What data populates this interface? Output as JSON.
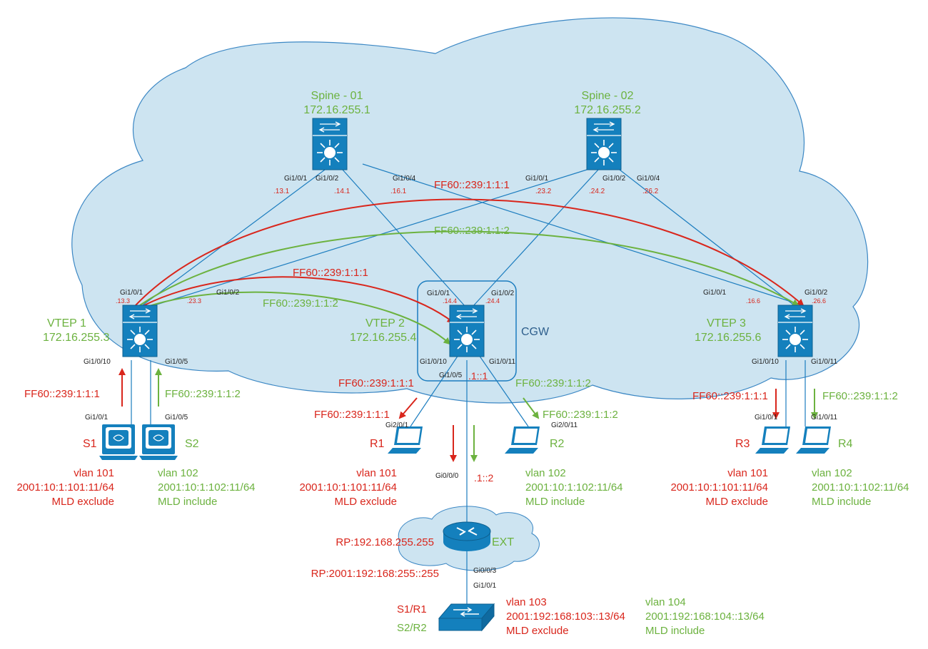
{
  "colors": {
    "cloud_fill": "#cde4f1",
    "cloud_stroke": "#3b87c4",
    "device": "#1480bd",
    "link": "#1c7dbf",
    "red": "#d9261c",
    "green": "#6cb23f",
    "text": "#222222",
    "cgw": "#2d5e8c"
  },
  "spine1": {
    "name": "Spine - 01",
    "ip": "172.16.255.1",
    "ports": [
      "Gi1/0/1",
      "Gi1/0/2",
      "Gi1/0/4"
    ],
    "addrs": [
      ".13.1",
      ".14.1",
      ".16.1"
    ]
  },
  "spine2": {
    "name": "Spine - 02",
    "ip": "172.16.255.2",
    "ports": [
      "Gi1/0/1",
      "Gi1/0/2",
      "Gi1/0/4"
    ],
    "addrs": [
      ".23.2",
      ".24.2",
      ".26.2"
    ]
  },
  "vtep1": {
    "name": "VTEP 1",
    "ip": "172.16.255.3",
    "uplinks": [
      "Gi1/0/1",
      "Gi1/0/2"
    ],
    "addrs": [
      ".13.3",
      ".23.3"
    ],
    "down_ports": [
      "Gi1/0/10",
      "Gi1/0/5"
    ]
  },
  "vtep2": {
    "name": "VTEP 2",
    "ip": "172.16.255.4",
    "uplinks": [
      "Gi1/0/1",
      "Gi1/0/2"
    ],
    "addrs": [
      ".14.4",
      ".24.4"
    ],
    "down_ports": [
      "Gi1/0/10",
      "Gi1/0/5",
      "Gi1/0/11"
    ],
    "ext_addr": ".1::1",
    "cgw": "CGW"
  },
  "vtep3": {
    "name": "VTEP 3",
    "ip": "172.16.255.6",
    "uplinks": [
      "Gi1/0/1",
      "Gi1/0/2"
    ],
    "addrs": [
      ".16.6",
      ".26.6"
    ],
    "down_ports": [
      "Gi1/0/10",
      "Gi1/0/11"
    ]
  },
  "groups": {
    "g1": "FF60::239:1:1:1",
    "g2": "FF60::239:1:1:2"
  },
  "hosts": {
    "s1": {
      "name": "S1",
      "port": "Gi1/0/1",
      "vlan": "vlan 101",
      "ip": "2001:10:1:101:11/64",
      "mld": "MLD exclude"
    },
    "s2": {
      "name": "S2",
      "port": "Gi1/0/5",
      "vlan": "vlan 102",
      "ip": "2001:10:1:102:11/64",
      "mld": "MLD include"
    },
    "r1": {
      "name": "R1",
      "port": "Gi2/0/1",
      "vlan": "vlan 101",
      "ip": "2001:10:1:101:11/64",
      "mld": "MLD exclude"
    },
    "r2": {
      "name": "R2",
      "port": "Gi2/0/11",
      "vlan": "vlan 102",
      "ip": "2001:10:1:102:11/64",
      "mld": "MLD include"
    },
    "r3": {
      "name": "R3",
      "port": "Gi1/0/1",
      "vlan": "vlan 101",
      "ip": "2001:10:1:101:11/64",
      "mld": "MLD exclude"
    },
    "r4": {
      "name": "R4",
      "port": "Gi1/0/11",
      "vlan": "vlan 102",
      "ip": "2001:10:1:102:11/64",
      "mld": "MLD include"
    }
  },
  "ext": {
    "name": "EXT",
    "port_up": "Gi0/0/0",
    "addr_up": ".1::2",
    "rp_v4": "RP:192.168.255.255",
    "rp_v6": "RP:2001:192:168:255::255",
    "port_down": "Gi0/0/3"
  },
  "bottom": {
    "port": "Gi1/0/1",
    "s1r1": "S1/R1",
    "s2r2": "S2/R2",
    "vlan103": "vlan 103",
    "ip103": "2001:192:168:103::13/64",
    "mld103": "MLD exclude",
    "vlan104": "vlan 104",
    "ip104": "2001:192:168:104::13/64",
    "mld104": "MLD include"
  }
}
